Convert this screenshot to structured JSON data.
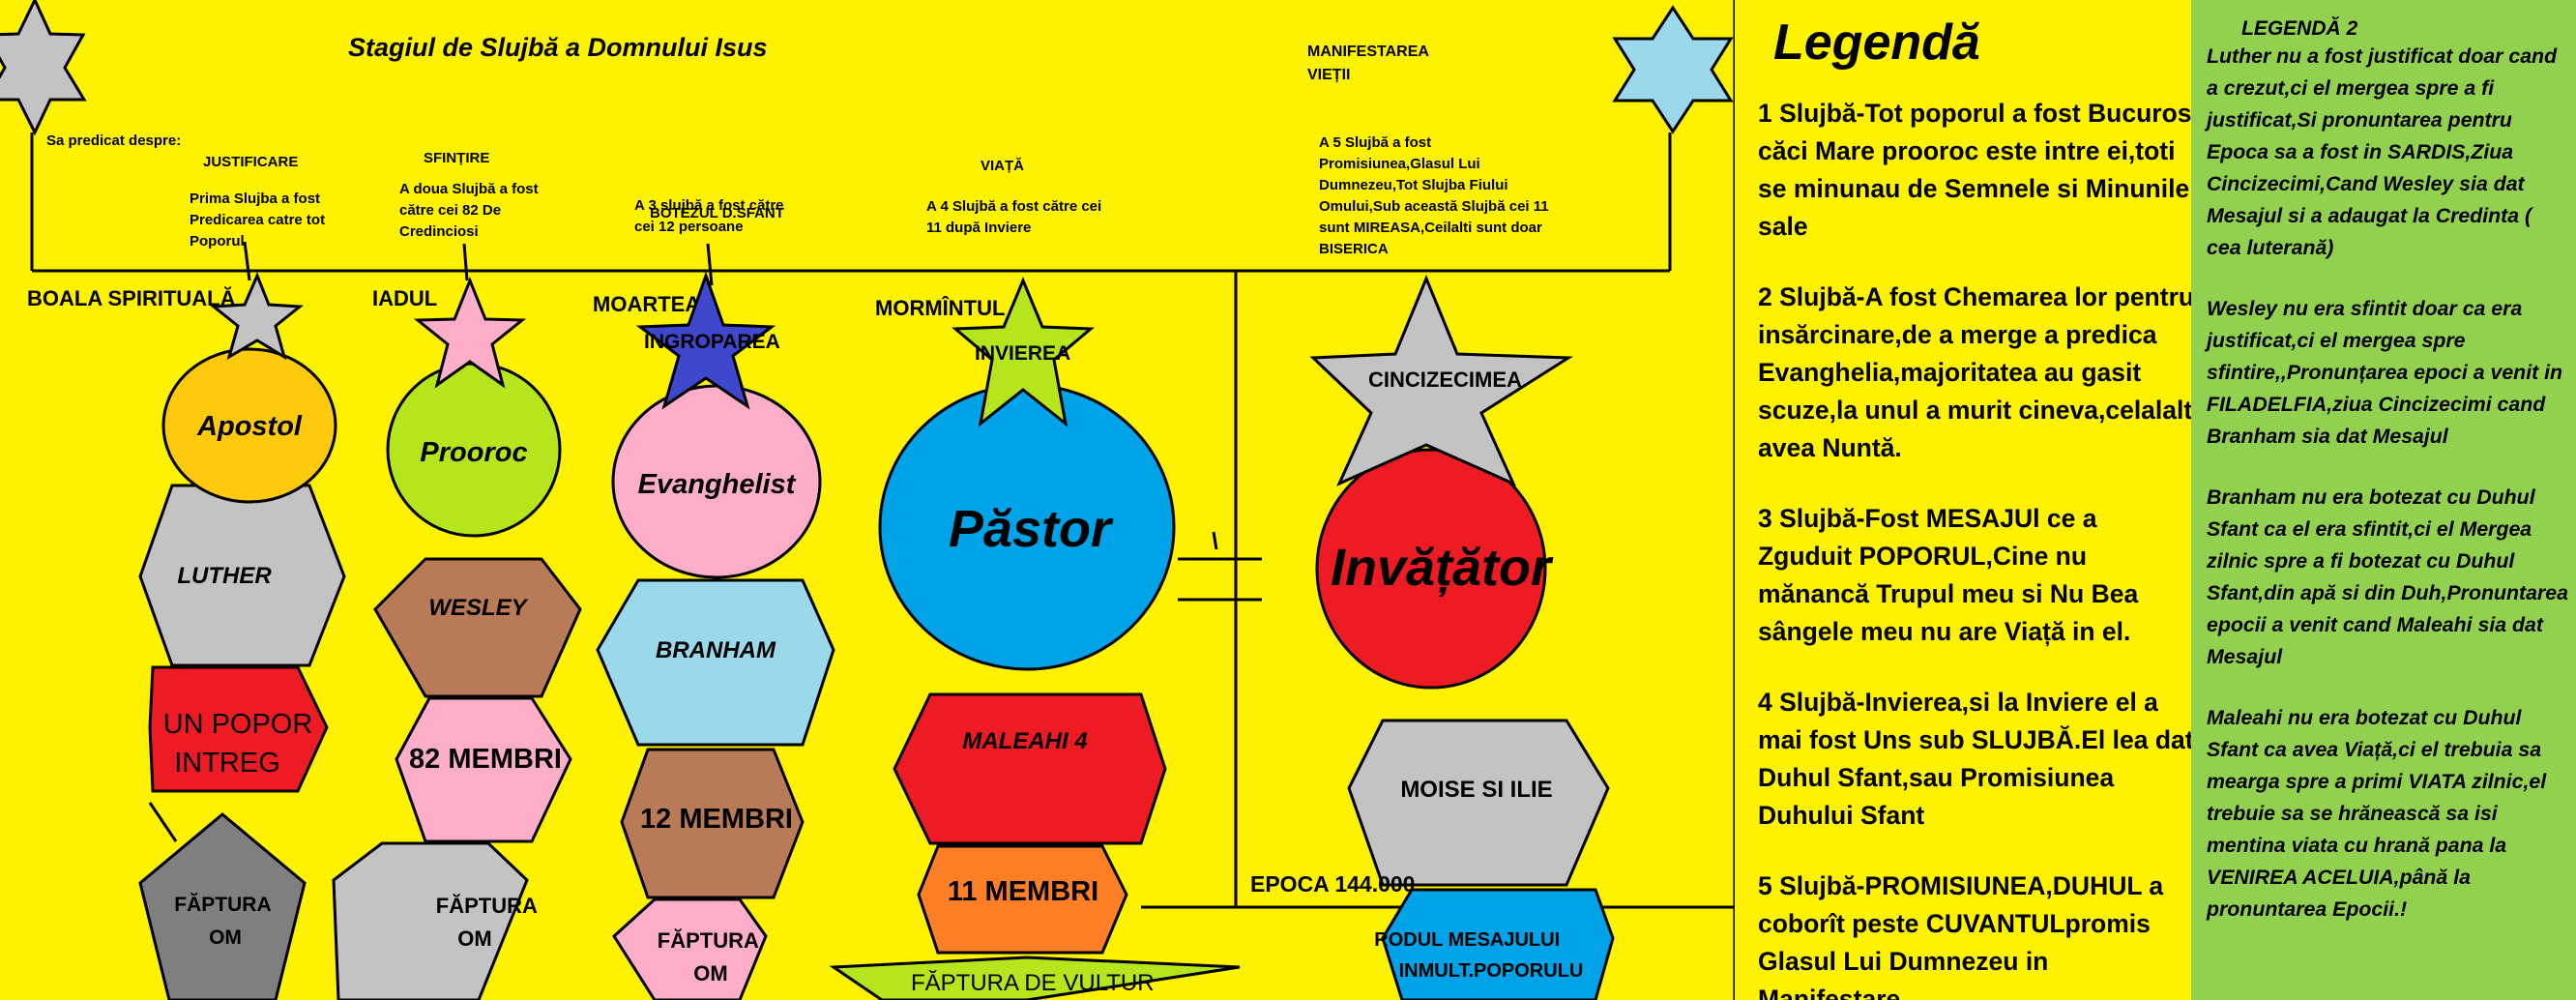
{
  "diagram": {
    "title": "Stagiul de Slujbă a Domnului Isus",
    "subtitle_right": [
      "MANIFESTAREA",
      "VIEȚII"
    ],
    "preached_about": "Sa predicat despre:",
    "topics": [
      {
        "title": "JUSTIFICARE",
        "desc": [
          "Prima Slujba a fost",
          "Predicarea catre tot",
          "Poporul"
        ]
      },
      {
        "title": "SFINȚIRE",
        "desc": [
          "A doua Slujbă a fost",
          "către cei 82 De",
          "Credinciosi"
        ]
      },
      {
        "title": "BOTEZUL D.SFANT",
        "desc": [
          "A 3 slujbă a fost către",
          "cei 12 persoane"
        ]
      },
      {
        "title": "VIAȚĂ",
        "desc": [
          "A 4 Slujbă a fost către cei",
          "11 după Inviere"
        ]
      },
      {
        "title": "",
        "desc": [
          "A 5 Slujbă a fost",
          "Promisiunea,Glasul Lui",
          "Dumnezeu,Tot Slujba Fiului",
          "Omului,Sub această Slujbă cei 11",
          "sunt MIREASA,Ceilalti sunt doar",
          "BISERICA"
        ]
      }
    ],
    "columns": [
      {
        "top_label": "BOALA SPIRITUALĂ",
        "star_label": "",
        "circle": "Apostol",
        "hex1": "LUTHER",
        "hex2": [
          "UN POPOR",
          "INTREG"
        ],
        "bottom": [
          "FĂPTURA",
          "OM"
        ]
      },
      {
        "top_label": "IADUL",
        "star_label": "",
        "circle": "Prooroc",
        "hex1": "WESLEY",
        "hex2": [
          "82 MEMBRI"
        ],
        "bottom": [
          "FĂPTURA",
          "OM"
        ]
      },
      {
        "top_label": "MOARTEA",
        "star_label": "INGROPAREA",
        "circle": "Evanghelist",
        "hex1": "BRANHAM",
        "hex2": [
          "12 MEMBRI"
        ],
        "bottom": [
          "FĂPTURA",
          "OM"
        ]
      },
      {
        "top_label": "MORMÎNTUL",
        "star_label": "INVIEREA",
        "circle": "Păstor",
        "hex1": "MALEAHI 4",
        "hex2": [
          "11 MEMBRI"
        ],
        "bottom": [
          "FĂPTURA DE VULTUR"
        ]
      },
      {
        "top_label": "",
        "star_label": "CINCIZECIMEA",
        "circle": "Invățător",
        "hex1": "MOISE SI ILIE",
        "hex2": [],
        "bottom": [
          "RODUL MESAJULUI",
          "INMULT.POPORULU"
        ]
      }
    ],
    "epoch_label": "EPOCA 144.000",
    "colors": {
      "background": "#fef200",
      "legend2_bg": "#92d04f",
      "star_top_left": "#c3c3c3",
      "star_top_right": "#99d9ea",
      "apostol": "#ffc90e",
      "prooroc": "#b5e61d",
      "evanghelist": "#ffaec9",
      "pastor": "#00a2e8",
      "invatator": "#ed1c24",
      "luther": "#c3c3c3",
      "wesley": "#b97a57",
      "branham": "#99d9ea",
      "maleahi": "#ed1c24",
      "moise_ilie": "#c3c3c3",
      "un_popor": "#ed1c24",
      "m82": "#ffaec9",
      "m12": "#b97a57",
      "m11": "#ff7f27",
      "rodul": "#00a2e8",
      "star_grey": "#c3c3c3",
      "star_pink": "#ffaec9",
      "star_blue": "#3f48cc",
      "star_green": "#b5e61d"
    },
    "icons": [
      "six-pointed-star-icon",
      "five-pointed-star-icon",
      "circle-shape",
      "hexagon-shape",
      "pentagon-shape"
    ]
  },
  "legend": {
    "title": "Legendă",
    "items": [
      "1 Slujbă-Tot poporul a fost Bucuros căci Mare prooroc este intre ei,toti se minunau de Semnele si Minunile sale",
      "2 Slujbă-A fost Chemarea lor pentru insărcinare,de a merge a predica Evanghelia,majoritatea au gasit scuze,la unul a murit cineva,celalalt avea Nuntă.",
      "3 Slujbă-Fost MESAJUl ce a Zguduit POPORUL,Cine nu mănancă Trupul meu si Nu Bea sângele meu nu are Viață in el.",
      "4 Slujbă-Invierea,si la Inviere el a mai fost Uns sub SLUJBĂ.El lea dat Duhul Sfant,sau Promisiunea Duhului Sfant",
      "5 Slujbă-PROMISIUNEA,DUHUL a coborît peste CUVANTULpromis Glasul Lui Dumnezeu in Manifestare"
    ]
  },
  "legend2": {
    "title": "LEGENDĂ 2",
    "items": [
      "Luther nu a fost justificat doar cand a crezut,ci el mergea spre a fi justificat,Si pronuntarea pentru Epoca sa a fost in SARDIS,Ziua Cincizecimi,Cand Wesley sia dat Mesajul si a adaugat la Credinta ( cea luterană)",
      "Wesley nu era sfintit doar ca era justificat,ci el mergea spre sfintire,,Pronunțarea epoci a venit in FILADELFIA,ziua Cincizecimi cand Branham sia dat Mesajul",
      "Branham nu era botezat cu Duhul Sfant ca el era sfintit,ci el Mergea zilnic spre a fi botezat cu Duhul Sfant,din apă si din Duh,Pronuntarea epocii a venit cand Maleahi sia dat Mesajul",
      "Maleahi nu era botezat cu Duhul Sfant ca avea Viață,ci el trebuia sa mearga spre a primi VIATA zilnic,el trebuie sa se hrănească sa isi mentina viata cu hrană pana la VENIREA ACELUIA,până la pronuntarea Epocii.!"
    ]
  }
}
